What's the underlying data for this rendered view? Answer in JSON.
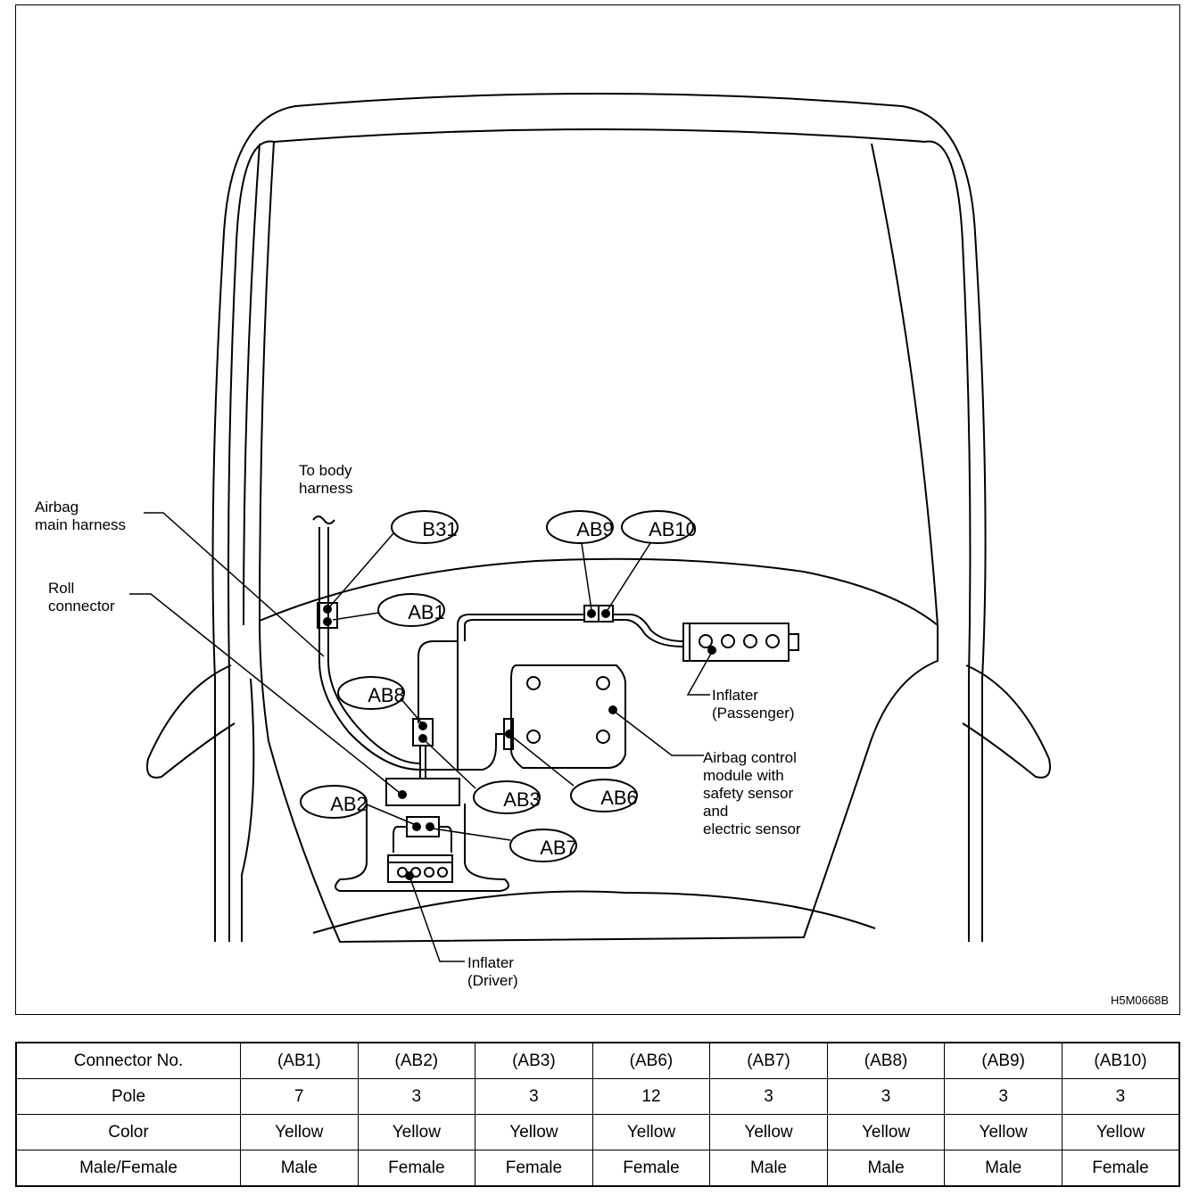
{
  "diagram": {
    "callouts": {
      "b31": "B31",
      "ab1": "AB1",
      "ab2": "AB2",
      "ab3": "AB3",
      "ab6": "AB6",
      "ab7": "AB7",
      "ab8": "AB8",
      "ab9": "AB9",
      "ab10": "AB10"
    },
    "labels": {
      "to_body_harness": "To body\nharness",
      "airbag_main_harness": "Airbag\nmain harness",
      "roll_connector": "Roll\nconnector",
      "inflater_passenger": "Inflater\n(Passenger)",
      "airbag_control_module": "Airbag control\nmodule with\nsafety sensor\nand\nelectric sensor",
      "inflater_driver": "Inflater\n(Driver)"
    },
    "reference_code": "H5M0668B"
  },
  "table": {
    "connector_label": "Connector No.",
    "pole_label": "Pole",
    "color_label": "Color",
    "gender_label": "Male/Female",
    "connectors": [
      {
        "no": "(AB1)",
        "pole": "7",
        "color": "Yellow",
        "gender": "Male"
      },
      {
        "no": "(AB2)",
        "pole": "3",
        "color": "Yellow",
        "gender": "Female"
      },
      {
        "no": "(AB3)",
        "pole": "3",
        "color": "Yellow",
        "gender": "Female"
      },
      {
        "no": "(AB6)",
        "pole": "12",
        "color": "Yellow",
        "gender": "Female"
      },
      {
        "no": "(AB7)",
        "pole": "3",
        "color": "Yellow",
        "gender": "Male"
      },
      {
        "no": "(AB8)",
        "pole": "3",
        "color": "Yellow",
        "gender": "Male"
      },
      {
        "no": "(AB9)",
        "pole": "3",
        "color": "Yellow",
        "gender": "Male"
      },
      {
        "no": "(AB10)",
        "pole": "3",
        "color": "Yellow",
        "gender": "Female"
      }
    ]
  }
}
